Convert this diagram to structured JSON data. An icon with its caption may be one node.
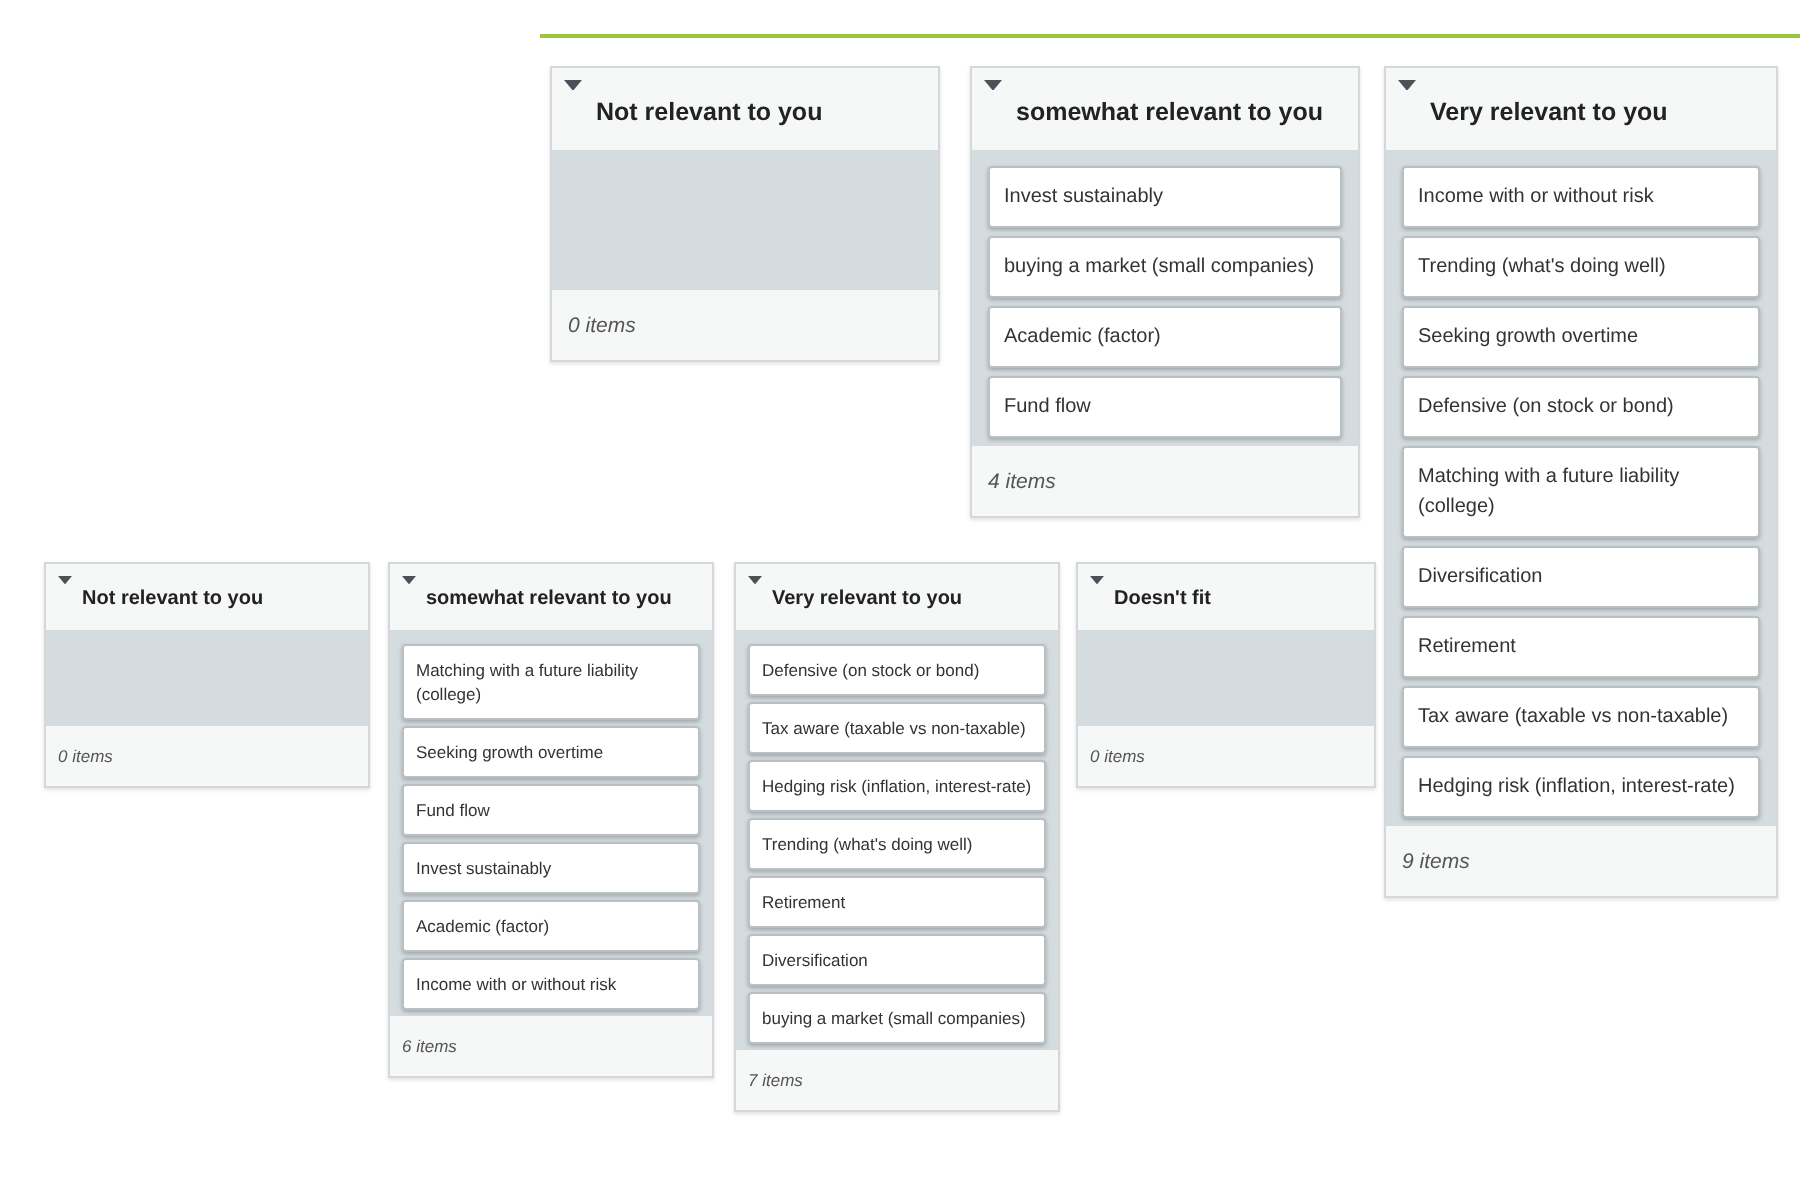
{
  "diagram": {
    "nodes": [
      {
        "text": [
          "Not relevant to you",
          "0 items"
        ]
      },
      {
        "text": [
          "somewhat relevant to you",
          "4 items"
        ]
      },
      {
        "text": [
          "Invest sustainably"
        ],
        "in": 1
      },
      {
        "text": [
          "buying a market (small companies)"
        ],
        "in": 1
      },
      {
        "text": [
          "Academic (factor)"
        ],
        "in": 1
      },
      {
        "text": [
          "Fund flow"
        ],
        "in": 1
      },
      {
        "text": [
          "Very relevant to you",
          "9 items"
        ]
      },
      {
        "text": [
          "Income with or without risk"
        ],
        "in": 6
      },
      {
        "text": [
          "Trending (what's doing well)"
        ],
        "in": 6
      },
      {
        "text": [
          "Seeking growth overtime"
        ],
        "in": 6
      },
      {
        "text": [
          "Defensive (on stock or bond)"
        ],
        "in": 6
      },
      {
        "text": [
          "Matching with a future liability (college)"
        ],
        "in": 6
      },
      {
        "text": [
          "Diversification"
        ],
        "in": 6
      },
      {
        "text": [
          "Retirement"
        ],
        "in": 6
      },
      {
        "text": [
          "Tax aware (taxable vs non-taxable)"
        ],
        "in": 6
      },
      {
        "text": [
          "Hedging risk (inflation, interest-rate)"
        ],
        "in": 6
      },
      {
        "text": [
          "Not relevant to you",
          "0 items"
        ]
      },
      {
        "text": [
          "somewhat relevant to you",
          "6 items"
        ]
      },
      {
        "text": [
          "Matching with a future liability (college)"
        ],
        "in": 17
      },
      {
        "text": [
          "Seeking growth overtime"
        ],
        "in": 17
      },
      {
        "text": [
          "Fund flow"
        ],
        "in": 17
      },
      {
        "text": [
          "Invest sustainably"
        ],
        "in": 17
      },
      {
        "text": [
          "Academic (factor)"
        ],
        "in": 17
      },
      {
        "text": [
          "Income with or without risk"
        ],
        "in": 17
      },
      {
        "text": [
          "Very relevant to you",
          "7 items"
        ]
      },
      {
        "text": [
          "Defensive (on stock or bond)"
        ],
        "in": 24
      },
      {
        "text": [
          "Tax aware (taxable vs non-taxable)"
        ],
        "in": 24
      },
      {
        "text": [
          "Hedging risk (inflation, interest-rate)"
        ],
        "in": 24
      },
      {
        "text": [
          "Trending (what's doing well)"
        ],
        "in": 24
      },
      {
        "text": [
          "Retirement"
        ],
        "in": 24
      },
      {
        "text": [
          "Diversification"
        ],
        "in": 24
      },
      {
        "text": [
          "buying a market (small companies)"
        ],
        "in": 24
      },
      {
        "text": [
          "Doesn't fit",
          "0 items"
        ]
      }
    ]
  }
}
